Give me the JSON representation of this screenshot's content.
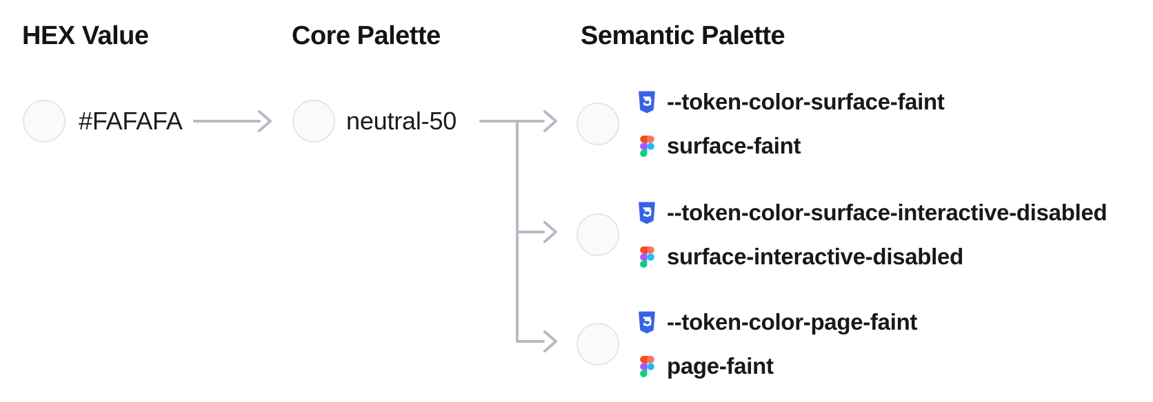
{
  "columns": {
    "hex": {
      "title": "HEX Value"
    },
    "core": {
      "title": "Core Palette"
    },
    "semantic": {
      "title": "Semantic Palette"
    }
  },
  "hex": {
    "value": "#FAFAFA"
  },
  "core": {
    "name": "neutral-50"
  },
  "semantic_tokens": [
    {
      "css_variable": "--token-color-surface-faint",
      "figma_token": "surface-faint"
    },
    {
      "css_variable": "--token-color-surface-interactive-disabled",
      "figma_token": "surface-interactive-disabled"
    },
    {
      "css_variable": "--token-color-page-faint",
      "figma_token": "page-faint"
    }
  ],
  "swatch": {
    "fill": "#FAFAFA",
    "border": "#e3e5e9"
  },
  "connector": {
    "color": "#b6bac3"
  },
  "icons": {
    "css": {
      "name": "css3-shield-icon",
      "color": "#3763e5"
    },
    "figma": {
      "name": "figma-logo-icon",
      "colors": [
        "#F24E1E",
        "#FF7262",
        "#A259FF",
        "#1ABCFE",
        "#0ACF83"
      ]
    }
  }
}
